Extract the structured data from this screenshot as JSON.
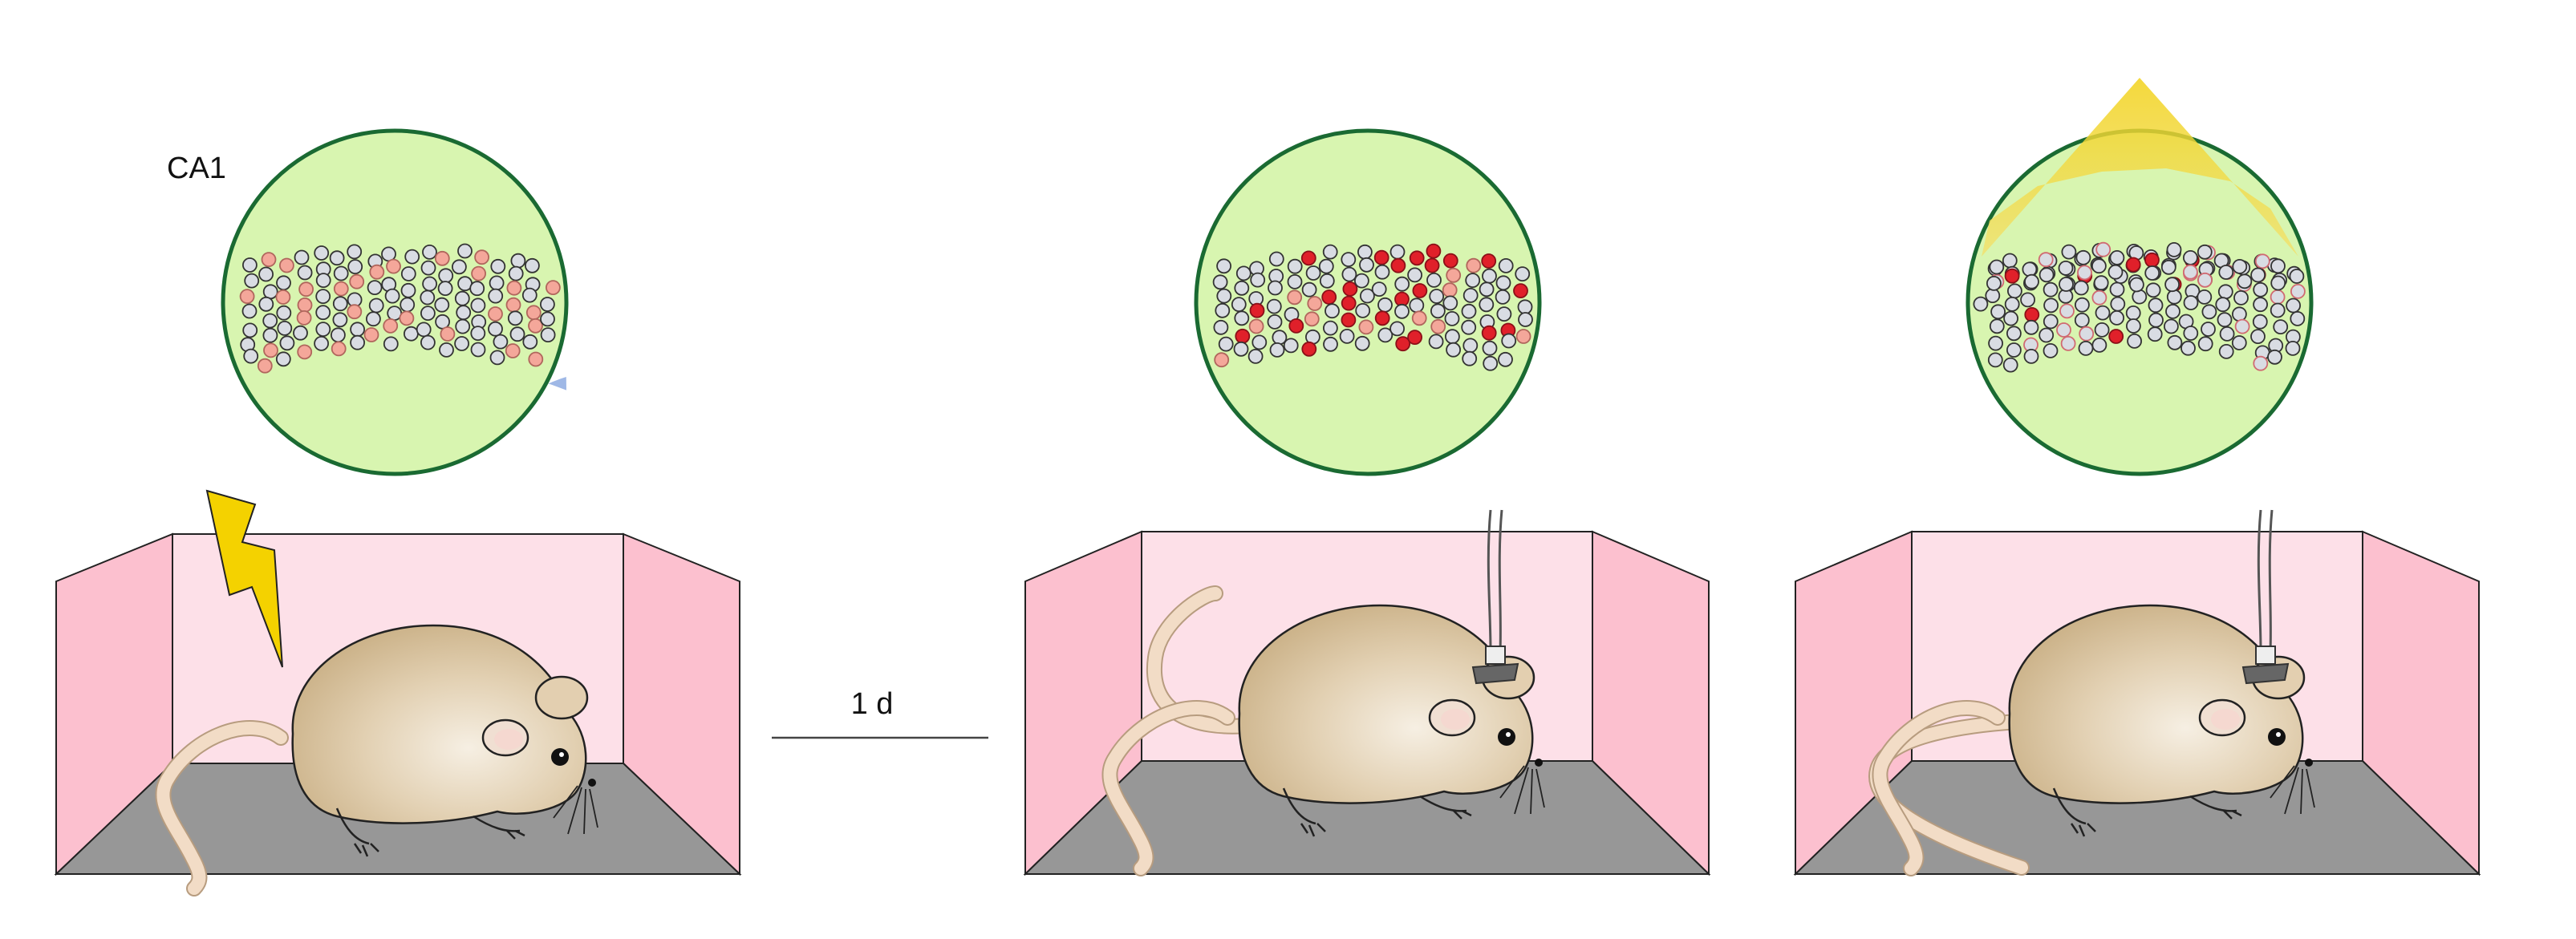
{
  "labels": {
    "region": "CA1",
    "interval": "1 d"
  },
  "panels": [
    {
      "id": "conditioning",
      "stimulus": "lightning-bolt-icon",
      "implant": false,
      "light": false,
      "cell_pattern": "pink-scattered"
    },
    {
      "id": "recall-implant",
      "stimulus": "none",
      "implant": true,
      "light": false,
      "cell_pattern": "red-reactivated"
    },
    {
      "id": "recall-light",
      "stimulus": "light-cone",
      "implant": true,
      "light": true,
      "cell_pattern": "sparse-red"
    }
  ],
  "colors": {
    "circle_fill": "#d8f5b0",
    "circle_stroke": "#1a6a32",
    "cell_band": "#9fb8e6",
    "cell_neutral": "#d9dce3",
    "cell_pink": "#f4a79a",
    "cell_red": "#e0202a",
    "box_back": "#fde0e8",
    "box_side": "#fcc0cf",
    "box_floor": "#979797",
    "mouse_body": "#d6bf98",
    "mouse_tail": "#f2dcc6",
    "bolt": "#f4d200",
    "light": "#f2dc2a"
  }
}
